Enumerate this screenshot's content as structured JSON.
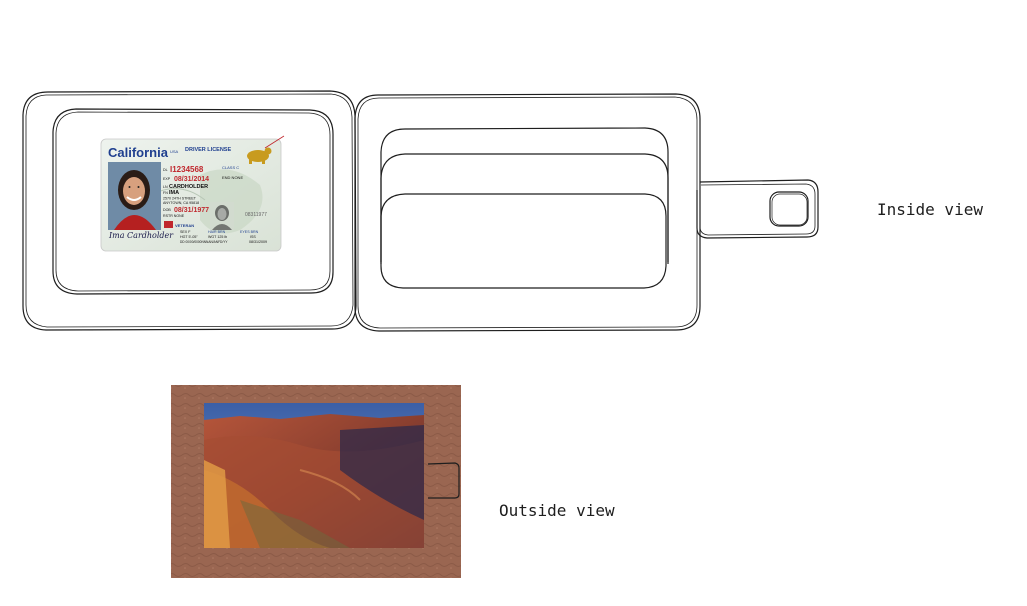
{
  "labels": {
    "inside": "Inside view",
    "outside": "Outside view"
  },
  "license": {
    "state": "California",
    "state_suffix": "USA",
    "type": "DRIVER LICENSE",
    "dl": "I1234568",
    "dl_prefix": "DL",
    "exp": "08/31/2014",
    "exp_prefix": "EXP",
    "class": "CLASS C",
    "end": "END NONE",
    "ln": "CARDHOLDER",
    "ln_prefix": "LN",
    "fn": "IMA",
    "fn_prefix": "FN",
    "address1": "2570 24TH STREET",
    "address2": "ANYTOWN, CA 95818",
    "dob": "08/31/1977",
    "dob_prefix": "DOB",
    "rstr": "RSTR NONE",
    "veteran": "VETERAN",
    "ghost_dob": "08311977",
    "sex": "SEX F",
    "hair": "HAIR BRN",
    "eyes": "EYES BRN",
    "hgt": "HGT 5'-05\"",
    "wgt": "WGT 125 lb",
    "dd": "DD 00/00/0000NNNAN/ANFD/YY",
    "iss": "ISS",
    "iss_date": "08/31/2009",
    "signature": "Ima Cardholder"
  },
  "colors": {
    "stroke": "#1e1e1e",
    "leather": "#9a6651",
    "license_red": "#c0272d",
    "license_blue": "#1f3f8f"
  },
  "icons": {
    "bear": "bear-icon",
    "tab": "clasp-tab-icon"
  }
}
